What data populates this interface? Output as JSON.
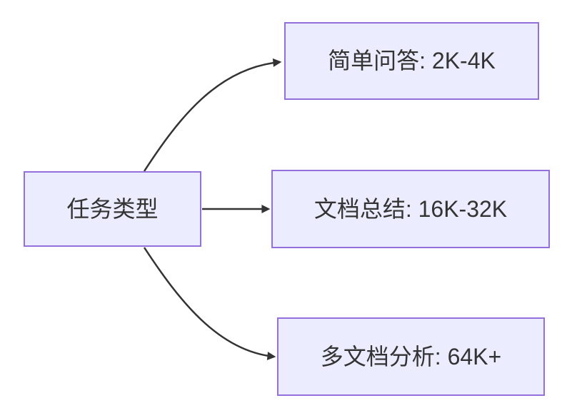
{
  "diagram": {
    "type": "flowchart-left-to-right",
    "background_color": "#ffffff",
    "node_fill_color": "#ECECFF",
    "node_border_color": "#9370DB",
    "edge_color": "#333333",
    "text_color": "#333333",
    "root_node": {
      "id": "task-type",
      "label": "任务类型"
    },
    "branch_nodes": [
      {
        "id": "simple-qa",
        "label": "简单问答: 2K-4K"
      },
      {
        "id": "doc-summary",
        "label": "文档总结: 16K-32K"
      },
      {
        "id": "multi-doc",
        "label": "多文档分析: 64K+"
      }
    ],
    "edges": [
      {
        "from": "task-type",
        "to": "simple-qa"
      },
      {
        "from": "task-type",
        "to": "doc-summary"
      },
      {
        "from": "task-type",
        "to": "multi-doc"
      }
    ]
  }
}
